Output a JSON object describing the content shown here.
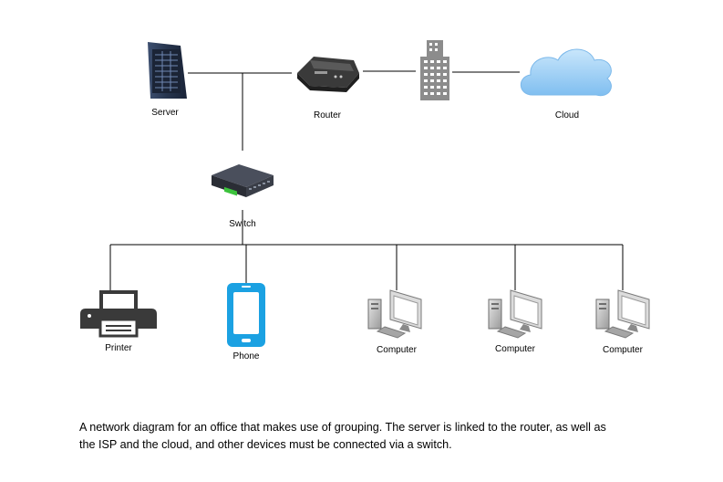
{
  "nodes": {
    "server": "Server",
    "router": "Router",
    "isp": "",
    "cloud": "Cloud",
    "switch": "Switch",
    "printer": "Printer",
    "phone": "Phone",
    "computer_1": "Computer",
    "computer_2": "Computer",
    "computer_3": "Computer"
  },
  "caption": {
    "line_1": "A network diagram for an office that makes use of grouping. The server is linked to the router, as well as",
    "line_2": "the ISP and the cloud, and other devices must be connected via a switch."
  },
  "colors": {
    "phone": "#1ba1e2",
    "cloud": "#8ec9f5",
    "printer": "#3a3a3a",
    "building": "#8c8c8c",
    "server": "#2b3a55",
    "computer": "#7a7a7a"
  },
  "icons": {
    "server": "server-rack-icon",
    "router": "router-icon",
    "isp": "office-building-icon",
    "cloud": "cloud-icon",
    "switch": "network-switch-icon",
    "printer": "printer-icon",
    "phone": "smartphone-icon",
    "computer": "desktop-computer-icon"
  }
}
